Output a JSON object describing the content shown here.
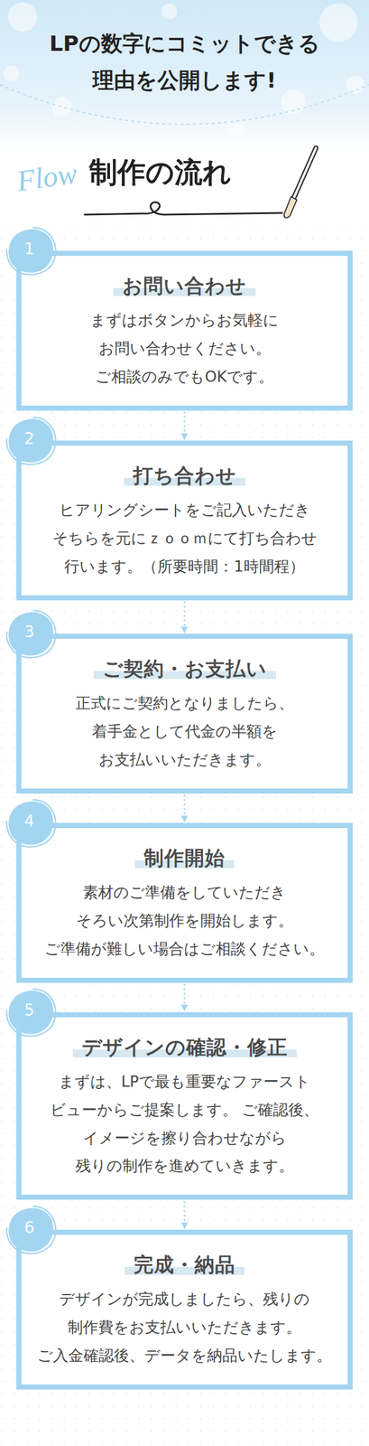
{
  "diagram": {
    "title": "LPの数字にコミットできる 理由を公開します!",
    "nodes": [
      {
        "text": [
          "お問い合わせ",
          "まずはボタンからお気軽に お問い合わせください。 ご相談のみでもOKです。"
        ]
      },
      {
        "text": [
          "打ち合わせ",
          "ヒアリングシートをご記入いただき そちらを元にｚｏｏｍにて打ち合わせ 行います。（所要時間：1時間程）"
        ]
      },
      {
        "text": [
          "ご契約・お支払い",
          "正式にご契約となりましたら、 着手金として代金の半額を お支払いいただきます。"
        ]
      },
      {
        "text": [
          "制作開始",
          "素材のご準備をしていただき そろい次第制作を開始します。 ご準備が難しい場合はご相談ください。"
        ]
      },
      {
        "text": [
          "デザインの確認・修正",
          "まずは、LPで最も重要なファースト ビューからご提案します。 ご確認後、イメージを擦り合わせながら 残りの制作を進めていきます。"
        ]
      },
      {
        "text": [
          "完成・納品",
          "デザインが完成しましたら、残りの 制作費をお支払いいただきます。 ご入金確認後、データを納品いたします。"
        ]
      }
    ],
    "edges": [
      {
        "from": 0,
        "to": 1,
        "arrow": "to"
      },
      {
        "from": 1,
        "to": 2,
        "arrow": "to"
      },
      {
        "from": 2,
        "to": 3,
        "arrow": "to"
      },
      {
        "from": 3,
        "to": 4,
        "arrow": "to"
      },
      {
        "from": 4,
        "to": 5,
        "arrow": "to"
      }
    ],
    "labels": [
      "Flow",
      "制作の流れ",
      "1",
      "2",
      "3",
      "4",
      "5",
      "6"
    ]
  }
}
